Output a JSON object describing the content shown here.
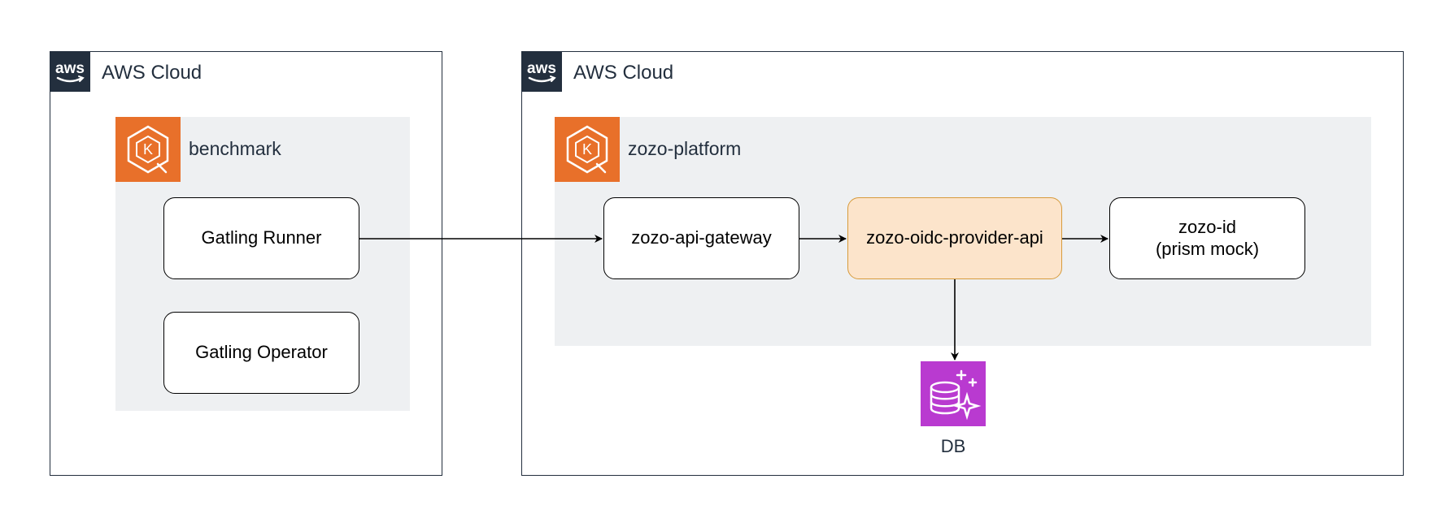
{
  "clouds": [
    {
      "label": "AWS Cloud",
      "icon": "aws-logo-icon"
    },
    {
      "label": "AWS Cloud",
      "icon": "aws-logo-icon"
    }
  ],
  "clusters": [
    {
      "label": "benchmark",
      "icon": "kubernetes-icon"
    },
    {
      "label": "zozo-platform",
      "icon": "kubernetes-icon"
    }
  ],
  "services": {
    "gatling_runner": "Gatling Runner",
    "gatling_operator": "Gatling Operator",
    "api_gateway": "zozo-api-gateway",
    "oidc_provider": "zozo-oidc-provider-api",
    "zozo_id_line1": "zozo-id",
    "zozo_id_line2": "(prism mock)"
  },
  "database": {
    "label": "DB",
    "icon": "aurora-database-icon",
    "color": "#b93ad0"
  },
  "colors": {
    "cloud_border": "#232f3e",
    "cluster_fill": "#eef0f2",
    "k8s_badge": "#e8702a",
    "highlight_fill": "#fce4cb",
    "highlight_border": "#d79b3c"
  },
  "edges": [
    {
      "from": "Gatling Runner",
      "to": "zozo-api-gateway"
    },
    {
      "from": "zozo-api-gateway",
      "to": "zozo-oidc-provider-api"
    },
    {
      "from": "zozo-oidc-provider-api",
      "to": "zozo-id"
    },
    {
      "from": "zozo-oidc-provider-api",
      "to": "DB"
    }
  ]
}
